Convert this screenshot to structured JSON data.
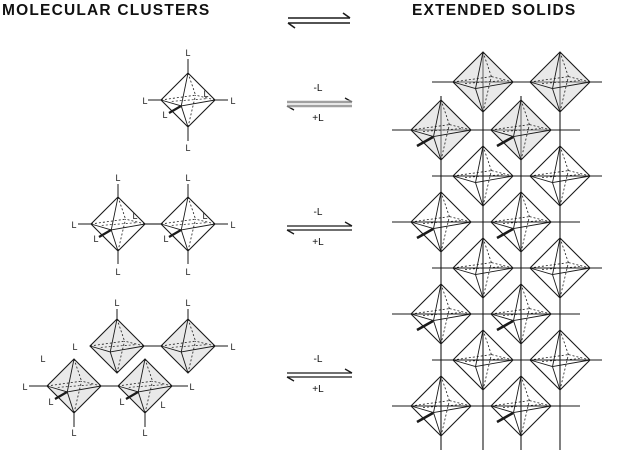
{
  "headers": {
    "left": "MOLECULAR CLUSTERS",
    "right": "EXTENDED SOLIDS"
  },
  "equilibria": [
    {
      "top": "-L",
      "bottom": "+L"
    },
    {
      "top": "-L",
      "bottom": "+L"
    },
    {
      "top": "-L",
      "bottom": "+L"
    }
  ],
  "ligand_label": "L",
  "colors": {
    "ink": "#1a1a1a",
    "shade": "#cfcfcf"
  }
}
